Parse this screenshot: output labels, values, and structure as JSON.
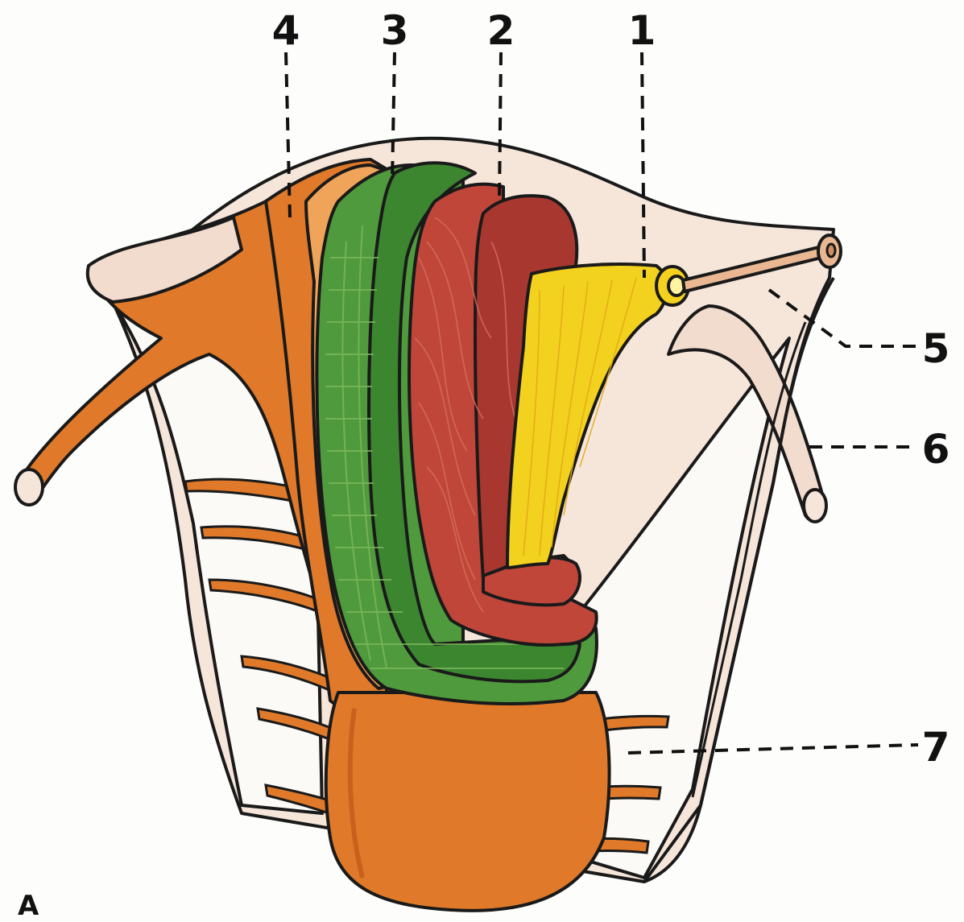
{
  "labels": {
    "l1": "1",
    "l2": "2",
    "l3": "3",
    "l4": "4",
    "l5": "5",
    "l6": "6",
    "l7": "7"
  },
  "panel_letter": "A",
  "colors": {
    "background": "#fdfdfb",
    "meninges_pale": "#f2dccd",
    "pale_outline": "#e8c6b0",
    "orange_dura": "#e07a2a",
    "orange_dark": "#c9611d",
    "green_layer": "#4f9a3c",
    "green_dark": "#3c8630",
    "green_light": "#7db95c",
    "red_layer": "#c0463a",
    "red_dark": "#a8382f",
    "yellow_nerve": "#f2d21e",
    "nerve_tan": "#e9b892",
    "lead_line": "#111111"
  }
}
